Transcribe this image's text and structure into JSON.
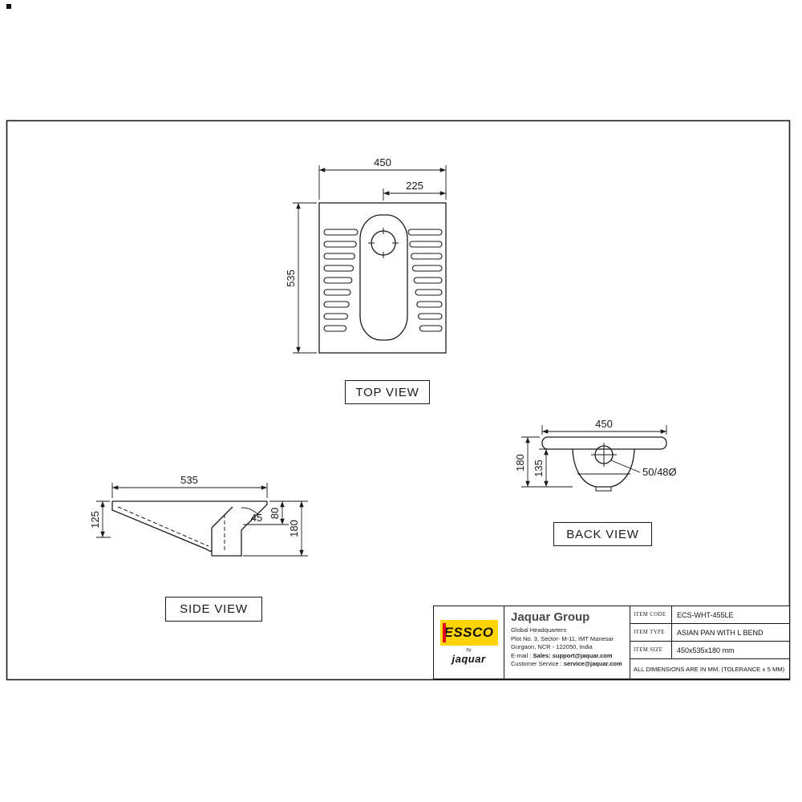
{
  "views": {
    "top": {
      "label": "TOP VIEW",
      "dim_width": "450",
      "dim_half": "225",
      "dim_depth": "535"
    },
    "side": {
      "label": "SIDE VIEW",
      "dim_length": "535",
      "dim_front_height": "125",
      "dim_angle": "45",
      "dim_step_height": "80",
      "dim_total_height": "180"
    },
    "back": {
      "label": "BACK VIEW",
      "dim_width": "450",
      "dim_total_height": "180",
      "dim_bowl_height": "135",
      "dim_outlet": "50/48Ø"
    }
  },
  "title_block": {
    "brand": "ESSCO",
    "brand_by": "by",
    "brand_sub": "jaquar",
    "company": "Jaquar Group",
    "hq": "Global Headquarters",
    "address_line1": "Plot No. 3, Sector- M-11, IMT Manesar",
    "address_line2": "Gurgaon, NCR - 122050, India",
    "email_label": "E-mail : ",
    "email_value": "Sales: support@jaquar.com",
    "cs_label": "Customer Service : ",
    "cs_value": "service@jaquar.com",
    "items": [
      {
        "label": "ITEM CODE",
        "value": "ECS-WHT-455LE"
      },
      {
        "label": "ITEM TYPE",
        "value": "ASIAN PAN WITH L BEND"
      },
      {
        "label": "ITEM SIZE",
        "value": "450x535x180 mm"
      }
    ],
    "note": "ALL DIMENSIONS ARE IN MM. (TOLERANCE ± 5 MM)"
  },
  "colors": {
    "line": "#1a1a1a",
    "brand_yellow": "#FFD400",
    "brand_red": "#E3001B",
    "company_gray": "#4a4a4a"
  }
}
